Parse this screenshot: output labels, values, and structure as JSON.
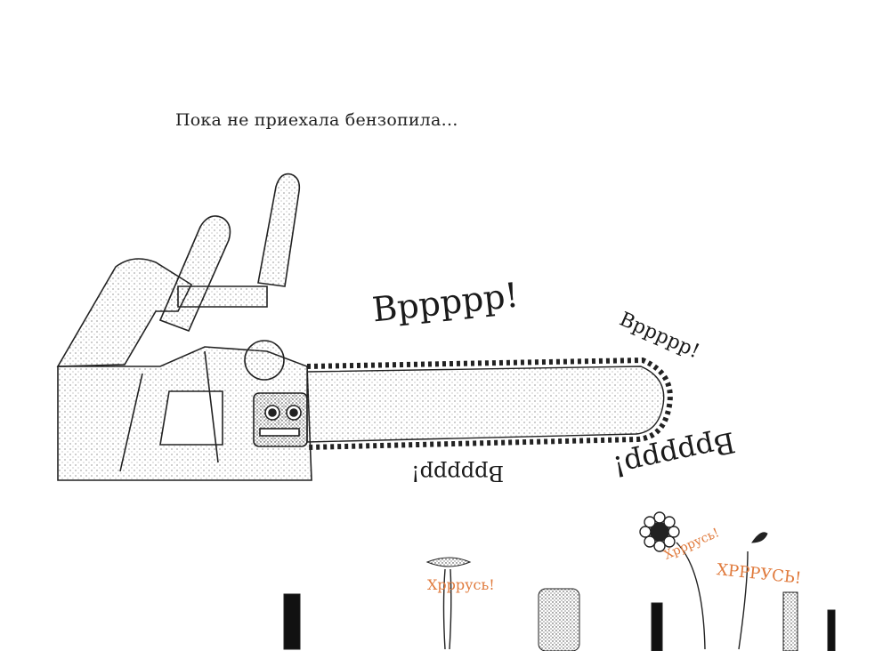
{
  "caption": "Пока не приехала бензопила…",
  "sounds": {
    "vr1": "Вррррр!",
    "vr2": "Вррррр!",
    "vr3": "Вррррр!",
    "vr4": "Вррррр!",
    "cr1": "Хрррусь!",
    "cr2": "Хрррусь!",
    "cr3": "ХРРРУСЬ!"
  },
  "colors": {
    "ink": "#1a1a1a",
    "crunch": "#e07a3c"
  }
}
